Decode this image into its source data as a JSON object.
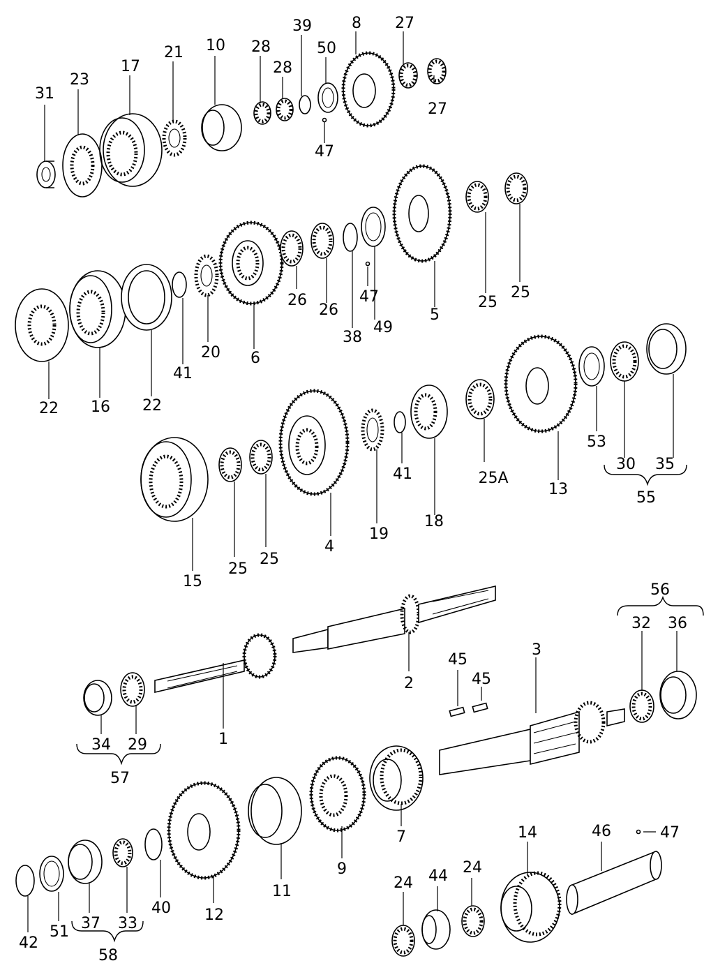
{
  "labels": {
    "l31": "31",
    "l23": "23",
    "l17": "17",
    "l21": "21",
    "l10": "10",
    "l28a": "28",
    "l28b": "28",
    "l39": "39",
    "l50": "50",
    "l8": "8",
    "l27a": "27",
    "l27b": "27",
    "l47a": "47",
    "l22a": "22",
    "l16": "16",
    "l22b": "22",
    "l41a": "41",
    "l20": "20",
    "l6": "6",
    "l26a": "26",
    "l26b": "26",
    "l38": "38",
    "l47b": "47",
    "l49": "49",
    "l5": "5",
    "l25a": "25",
    "l25b": "25",
    "l53": "53",
    "l30": "30",
    "l35": "35",
    "l55": "55",
    "l13": "13",
    "l25A": "25A",
    "l18": "18",
    "l41b": "41",
    "l19": "19",
    "l4": "4",
    "l25c": "25",
    "l25d": "25",
    "l15": "15",
    "l2": "2",
    "l1": "1",
    "l34": "34",
    "l29": "29",
    "l57": "57",
    "l56": "56",
    "l32": "32",
    "l36": "36",
    "l3": "3",
    "l45a": "45",
    "l45b": "45",
    "l7": "7",
    "l9": "9",
    "l11": "11",
    "l12": "12",
    "l40": "40",
    "l33": "33",
    "l37": "37",
    "l51": "51",
    "l42": "42",
    "l58": "58",
    "l14": "14",
    "l46": "46",
    "l47c": "47",
    "l24a": "24",
    "l44": "44",
    "l24b": "24"
  }
}
